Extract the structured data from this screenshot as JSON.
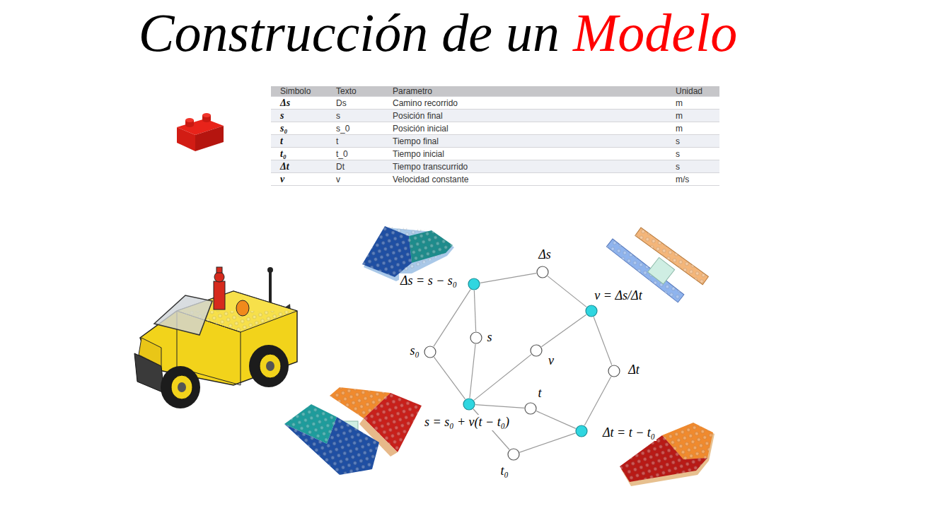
{
  "diagram": {
    "title": "Construcción de un",
    "nodes": [
      {
        "text": [
          "Δs = s − s₀"
        ]
      },
      {
        "text": [
          "Δs"
        ]
      },
      {
        "text": [
          "v = Δs/Δt"
        ]
      },
      {
        "text": [
          "s"
        ]
      },
      {
        "text": [
          "s₀"
        ]
      },
      {
        "text": [
          "v"
        ]
      },
      {
        "text": [
          "Δt"
        ]
      },
      {
        "text": [
          "s = s₀ + v(t − t₀)"
        ]
      },
      {
        "text": [
          "t"
        ]
      },
      {
        "text": [
          "Δt = t − t₀"
        ]
      },
      {
        "text": [
          "t₀"
        ]
      }
    ],
    "edges": [
      {
        "from": 0,
        "to": 1,
        "arrow": "none"
      },
      {
        "from": 1,
        "to": 2,
        "arrow": "none"
      },
      {
        "from": 0,
        "to": 3,
        "arrow": "none"
      },
      {
        "from": 0,
        "to": 4,
        "arrow": "none"
      },
      {
        "from": 2,
        "to": 5,
        "arrow": "none"
      },
      {
        "from": 2,
        "to": 6,
        "arrow": "none"
      },
      {
        "from": 3,
        "to": 7,
        "arrow": "none"
      },
      {
        "from": 4,
        "to": 7,
        "arrow": "none"
      },
      {
        "from": 5,
        "to": 7,
        "arrow": "none"
      },
      {
        "from": 7,
        "to": 8,
        "arrow": "none"
      },
      {
        "from": 7,
        "to": 10,
        "arrow": "none"
      },
      {
        "from": 8,
        "to": 9,
        "arrow": "none"
      },
      {
        "from": 10,
        "to": 9,
        "arrow": "none"
      },
      {
        "from": 6,
        "to": 9,
        "arrow": "none"
      }
    ],
    "labels": [
      "Modelo",
      "Simbolo",
      "Texto",
      "Parametro",
      "Unidad",
      "Δs",
      "Ds",
      "Camino recorrido",
      "m",
      "s",
      "s",
      "Posición final",
      "m",
      "s₀",
      "s_0",
      "Posición inicial",
      "m",
      "t",
      "t",
      "Tiempo final",
      "s",
      "t₀",
      "t_0",
      "Tiempo inicial",
      "s",
      "Δt",
      "Dt",
      "Tiempo transcurrido",
      "s",
      "v",
      "v",
      "Velocidad constante",
      "m/s"
    ]
  }
}
